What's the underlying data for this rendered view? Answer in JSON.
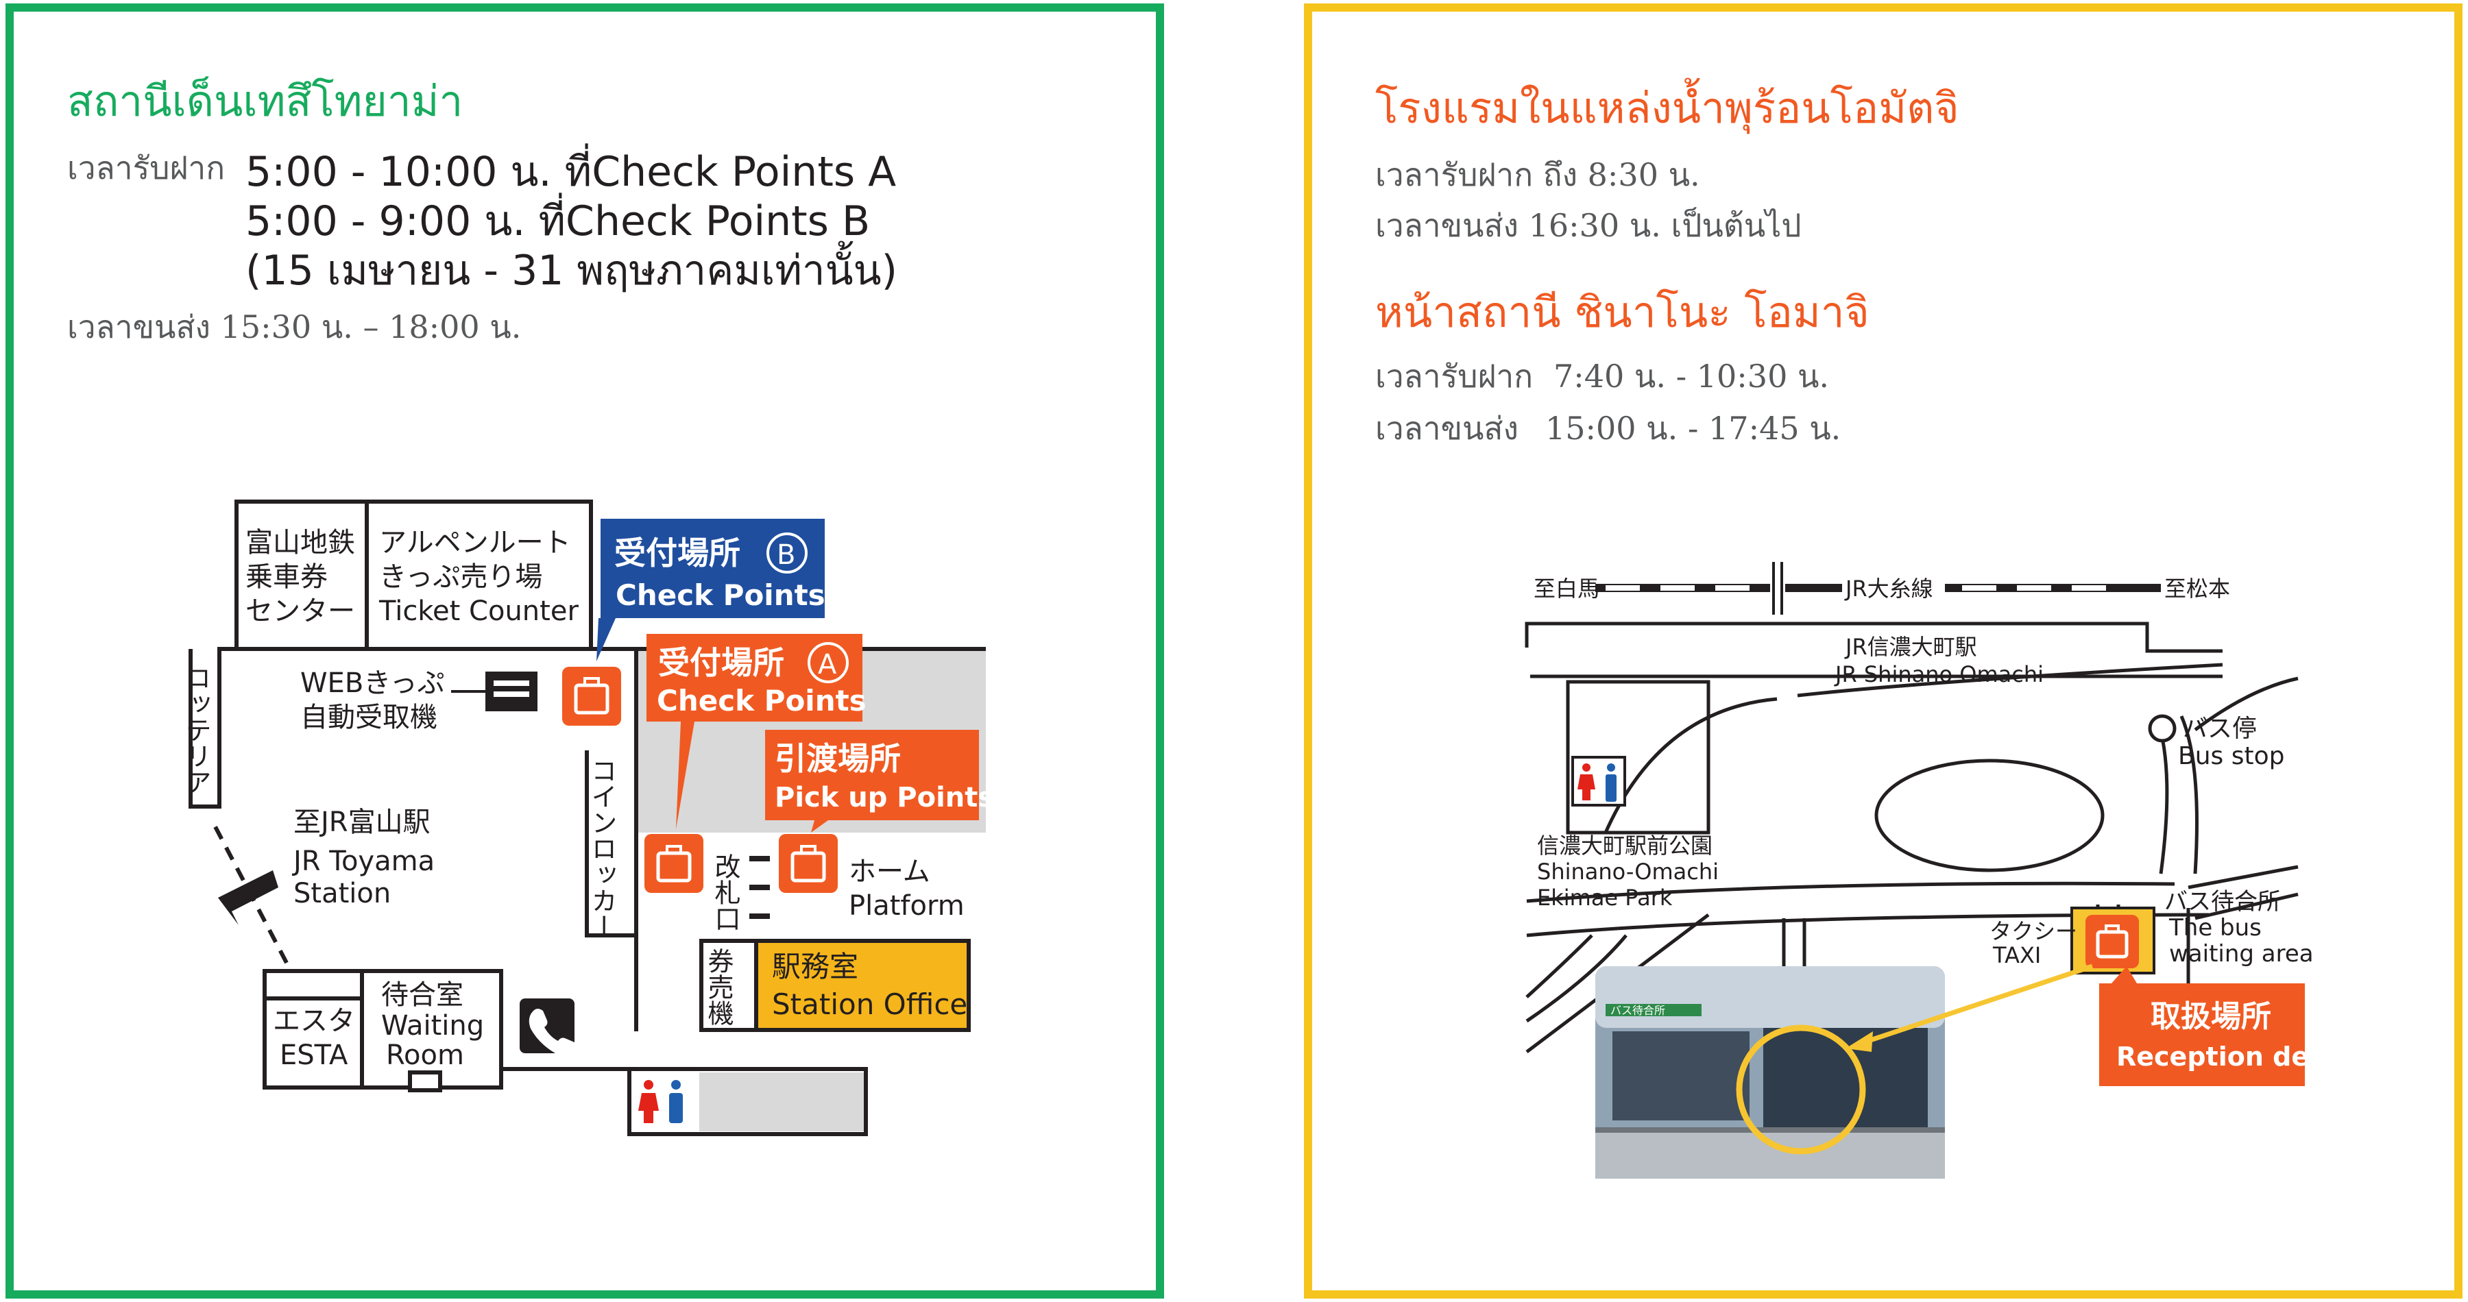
{
  "left": {
    "title": "สถานีเด็นเทสึโทยาม่า",
    "checkin_label": "เวลารับฝาก",
    "checkin_lines": [
      "5:00 - 10:00 น. ที่Check Points A",
      "5:00 -   9:00 น. ที่Check Points B",
      "(15 เมษายน - 31 พฤษภาคมเท่านั้น)"
    ],
    "delivery": "เวลาขนส่ง 15:30 น. – 18:00 น.",
    "map": {
      "ticket_center": [
        "富山地鉄",
        "乗車券",
        "センター"
      ],
      "alpen": [
        "アルペンルート",
        "きっぷ売り場",
        "Ticket Counter"
      ],
      "lotteria": "ロッテリア",
      "web": [
        "WEBきっぷ",
        "自動受取機"
      ],
      "checkpoint_b": [
        "受付場所",
        "B",
        "Check Points"
      ],
      "checkpoint_a": [
        "受付場所",
        "A",
        "Check Points"
      ],
      "pickup": [
        "引渡場所",
        "Pick up Points"
      ],
      "locker": "コインロッカー",
      "gate": "改札口",
      "platform": [
        "ホーム",
        "Platform"
      ],
      "to_jr": [
        "至JR富山駅",
        "JR Toyama",
        "Station"
      ],
      "ticket_machine": "券売機",
      "station_office": [
        "駅務室",
        "Station Office"
      ],
      "esta": [
        "エスタ",
        "ESTA"
      ],
      "waiting": [
        "待合室",
        "Waiting",
        "Room"
      ]
    }
  },
  "right": {
    "title1": "โรงแรมในแหล่งน้ำพุร้อนโอมัตจิ",
    "r1_checkin": "เวลารับฝาก ถึง 8:30 น.",
    "r1_delivery": "เวลาขนส่ง 16:30 น. เป็นต้นไป",
    "title2": "หน้าสถานี ชินาโนะ โอมาจิ",
    "r2_checkin_label": "เวลารับฝาก",
    "r2_checkin_time": "7:40 น. - 10:30 น.",
    "r2_delivery_label": "เวลาขนส่ง",
    "r2_delivery_time": "15:00 น. - 17:45  น.",
    "map": {
      "to_hakuba": "至白馬",
      "oito_line": "JR大糸線",
      "to_matsumoto": "至松本",
      "station": [
        "JR信濃大町駅",
        "JR Shinano Omachi"
      ],
      "bus_stop": [
        "バス停",
        "Bus stop"
      ],
      "park": [
        "信濃大町駅前公園",
        "Shinano-Omachi",
        "Ekimae Park"
      ],
      "taxi": [
        "タクシー",
        "TAXI"
      ],
      "bus_waiting": [
        "バス待合所",
        "The bus",
        "waiting area"
      ],
      "reception": [
        "取扱場所",
        "Reception desk"
      ],
      "photo_sign": "バス待合所"
    }
  },
  "colors": {
    "green": "#17ab5e",
    "yellow": "#f5c51d",
    "orange": "#f05a22",
    "blue": "#1f4e9e",
    "office": "#f6b51a"
  }
}
